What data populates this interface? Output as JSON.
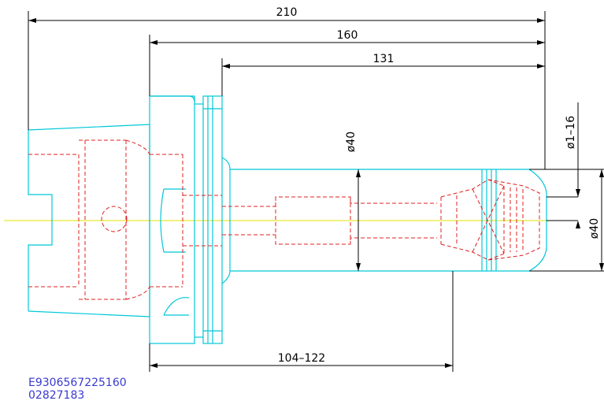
{
  "dimensions": {
    "overall_length": "210",
    "shank_length": "160",
    "body_length": "131",
    "adjustable_length": "104–122",
    "body_diameter": "ø40",
    "collet_range": "ø1–16",
    "nose_diameter": "ø40"
  },
  "part_codes": {
    "order_code": "E9306567225160",
    "item_number": "02827183"
  },
  "colors": {
    "outline": "#00c8d8",
    "hidden_line": "#e02020",
    "centerline": "#e0e000",
    "dimension": "#000000",
    "code_text": "#3a3ad0"
  }
}
